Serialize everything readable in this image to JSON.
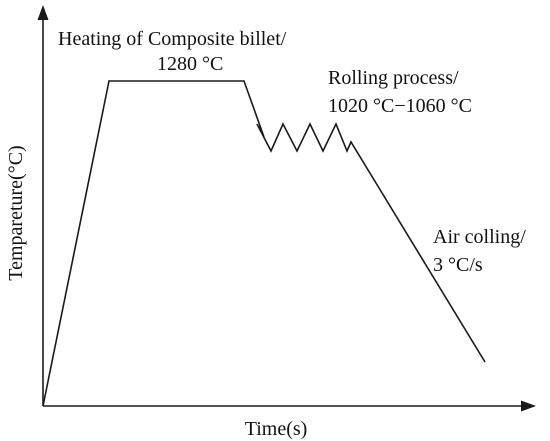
{
  "axes": {
    "y_label": "Temparetur​e(°C)",
    "x_label": "Time(s)"
  },
  "stages": {
    "heating": {
      "line1": "Heating of Composite billet/",
      "line2": "1280 °C"
    },
    "rolling": {
      "line1": "Rolling process/",
      "line2": "1020 °C−1060 °C"
    },
    "cooling": {
      "line1": "Air colling/",
      "line2": "3 °C/s"
    }
  },
  "colors": {
    "line": "#1a1a1a",
    "text": "#111111"
  }
}
